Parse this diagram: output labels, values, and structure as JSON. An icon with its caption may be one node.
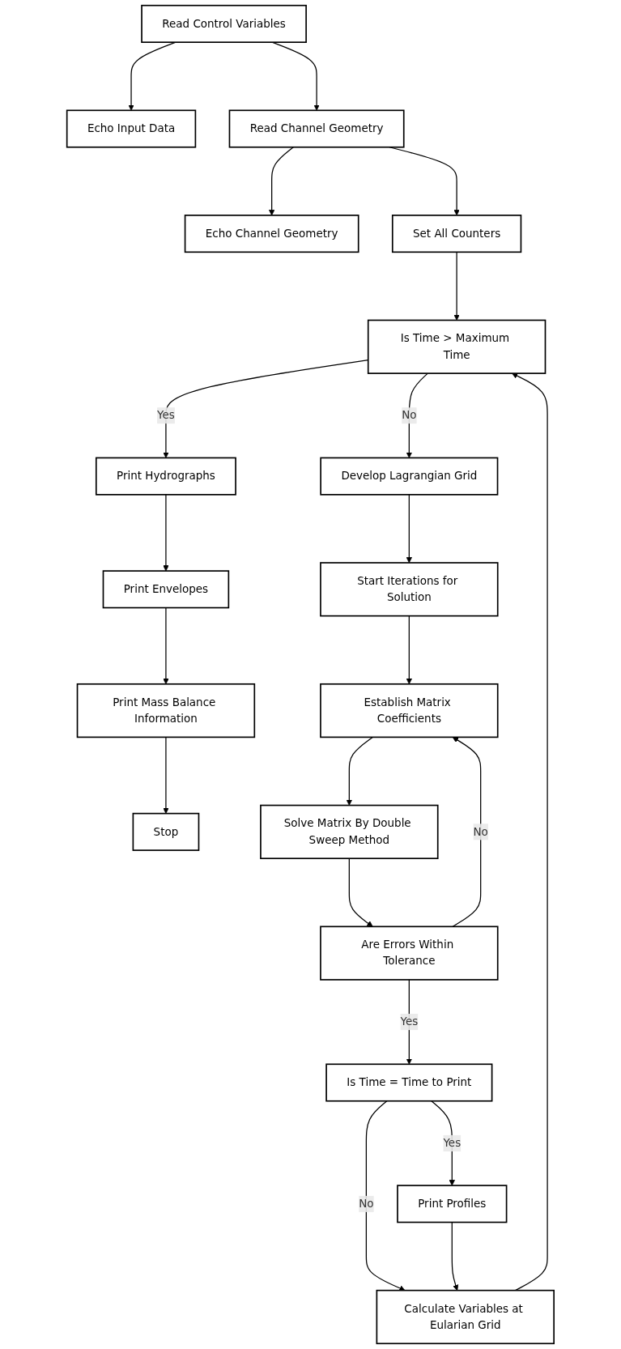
{
  "diagram": {
    "nodes": [
      {
        "text": [
          "Read Control Variables"
        ]
      },
      {
        "text": [
          "Echo Input Data"
        ]
      },
      {
        "text": [
          "Read Channel Geometry"
        ]
      },
      {
        "text": [
          "Echo Channel Geometry"
        ]
      },
      {
        "text": [
          "Set All Counters"
        ]
      },
      {
        "text": [
          "Is Time > Maximum Time"
        ]
      },
      {
        "text": [
          "Print Hydrographs"
        ]
      },
      {
        "text": [
          "Print Envelopes"
        ]
      },
      {
        "text": [
          "Print Mass Balance Information"
        ]
      },
      {
        "text": [
          "Stop"
        ]
      },
      {
        "text": [
          "Develop Lagrangian Grid"
        ]
      },
      {
        "text": [
          "Start Iterations for Solution"
        ]
      },
      {
        "text": [
          "Establish Matrix Coefficients"
        ]
      },
      {
        "text": [
          "Solve Matrix By Double Sweep Method"
        ]
      },
      {
        "text": [
          "Are Errors Within Tolerance"
        ]
      },
      {
        "text": [
          "Is Time = Time to Print"
        ]
      },
      {
        "text": [
          "Print Profiles"
        ]
      },
      {
        "text": [
          "Calculate Variables at Eularian Grid"
        ]
      }
    ],
    "edges": [
      {
        "from": 0,
        "to": 2,
        "arrow": "to"
      },
      {
        "from": 0,
        "to": 1,
        "arrow": "to"
      },
      {
        "from": 2,
        "to": 4,
        "arrow": "to"
      },
      {
        "from": 2,
        "to": 3,
        "arrow": "to"
      },
      {
        "from": 4,
        "to": 5,
        "arrow": "to"
      },
      {
        "from": 5,
        "to": 6,
        "arrow": "to",
        "label": "Yes"
      },
      {
        "from": 6,
        "to": 7,
        "arrow": "to"
      },
      {
        "from": 7,
        "to": 8,
        "arrow": "to"
      },
      {
        "from": 8,
        "to": 9,
        "arrow": "to"
      },
      {
        "from": 5,
        "to": 10,
        "arrow": "to",
        "label": "No"
      },
      {
        "from": 10,
        "to": 11,
        "arrow": "to"
      },
      {
        "from": 11,
        "to": 12,
        "arrow": "to"
      },
      {
        "from": 12,
        "to": 13,
        "arrow": "to"
      },
      {
        "from": 13,
        "to": 14,
        "arrow": "to"
      },
      {
        "from": 14,
        "to": 12,
        "arrow": "to",
        "label": "No"
      },
      {
        "from": 14,
        "to": 15,
        "arrow": "to",
        "label": "Yes"
      },
      {
        "from": 15,
        "to": 16,
        "arrow": "to",
        "label": "Yes"
      },
      {
        "from": 15,
        "to": 17,
        "arrow": "to",
        "label": "No"
      },
      {
        "from": 16,
        "to": 17,
        "arrow": "to"
      },
      {
        "from": 17,
        "to": 5,
        "arrow": "to"
      }
    ]
  }
}
